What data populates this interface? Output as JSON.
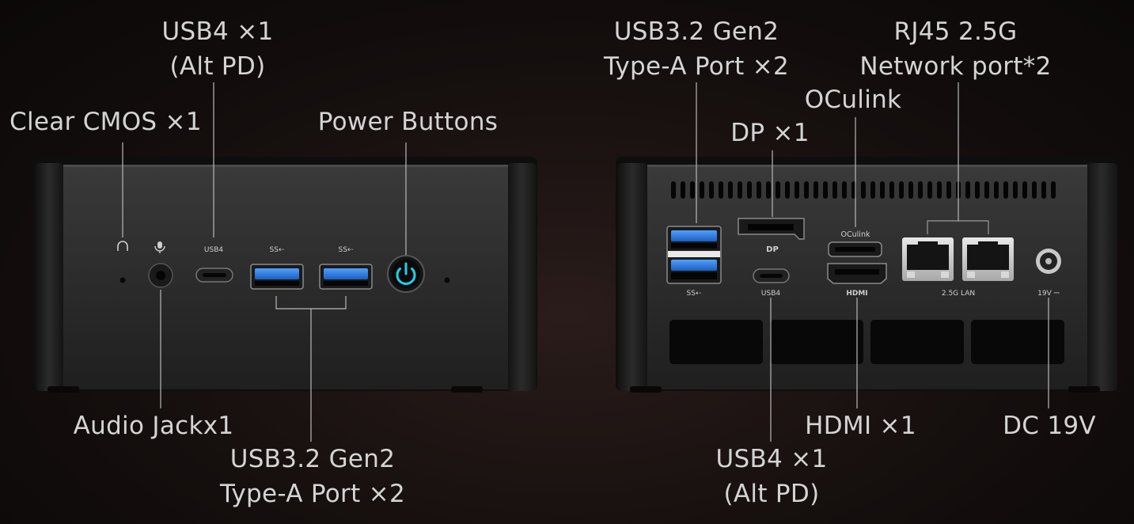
{
  "front_labels": {
    "usb4_top": [
      "USB4 ×1",
      "(Alt PD)"
    ],
    "clear_cmos": "Clear CMOS ×1",
    "power_buttons": "Power Buttons",
    "audio_jack": "Audio Jackx1",
    "usb32_front": [
      "USB3.2 Gen2",
      "Type-A Port ×2"
    ]
  },
  "rear_labels": {
    "usb32_rear": [
      "USB3.2 Gen2",
      "Type-A Port ×2"
    ],
    "rj45": [
      "RJ45 2.5G",
      "Network port*2"
    ],
    "oculink": "OCulink",
    "dp": "DP ×1",
    "hdmi": "HDMI ×1",
    "dc": "DC 19V",
    "usb4_bottom": [
      "USB4 ×1",
      "(Alt PD)"
    ]
  },
  "device_prints": {
    "front_usb4": "USB4",
    "front_ss1": "SS⇠",
    "front_ss2": "SS⇠",
    "rear_dp": "DP",
    "rear_oculink": "OCulink",
    "rear_hdmi": "HDMI",
    "rear_usb4": "USB4",
    "rear_ss": "SS⇠",
    "rear_lan": "2.5G LAN",
    "rear_dc": "19V ⎓"
  },
  "colors": {
    "usb_blue": "#2f7fe0",
    "power_ring": "#1fd0ea",
    "label_text": "#d4d4d4",
    "case_body": "#2a2a2a"
  }
}
